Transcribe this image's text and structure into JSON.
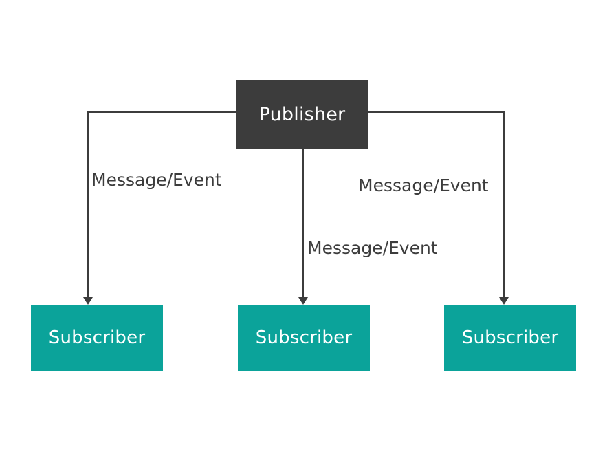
{
  "diagram": {
    "type": "publish-subscribe-pattern",
    "background_color": "#ffffff",
    "publisher": {
      "label": "Publisher",
      "fill_color": "#3c3c3c",
      "text_color": "#ffffff"
    },
    "subscribers": [
      {
        "label": "Subscriber",
        "fill_color": "#0ba39a",
        "text_color": "#ffffff"
      },
      {
        "label": "Subscriber",
        "fill_color": "#0ba39a",
        "text_color": "#ffffff"
      },
      {
        "label": "Subscriber",
        "fill_color": "#0ba39a",
        "text_color": "#ffffff"
      }
    ],
    "edges": [
      {
        "label": "Message/Event",
        "from": "Publisher",
        "to": "Subscriber",
        "color": "#3c3c3c"
      },
      {
        "label": "Message/Event",
        "from": "Publisher",
        "to": "Subscriber",
        "color": "#3c3c3c"
      },
      {
        "label": "Message/Event",
        "from": "Publisher",
        "to": "Subscriber",
        "color": "#3c3c3c"
      }
    ]
  }
}
